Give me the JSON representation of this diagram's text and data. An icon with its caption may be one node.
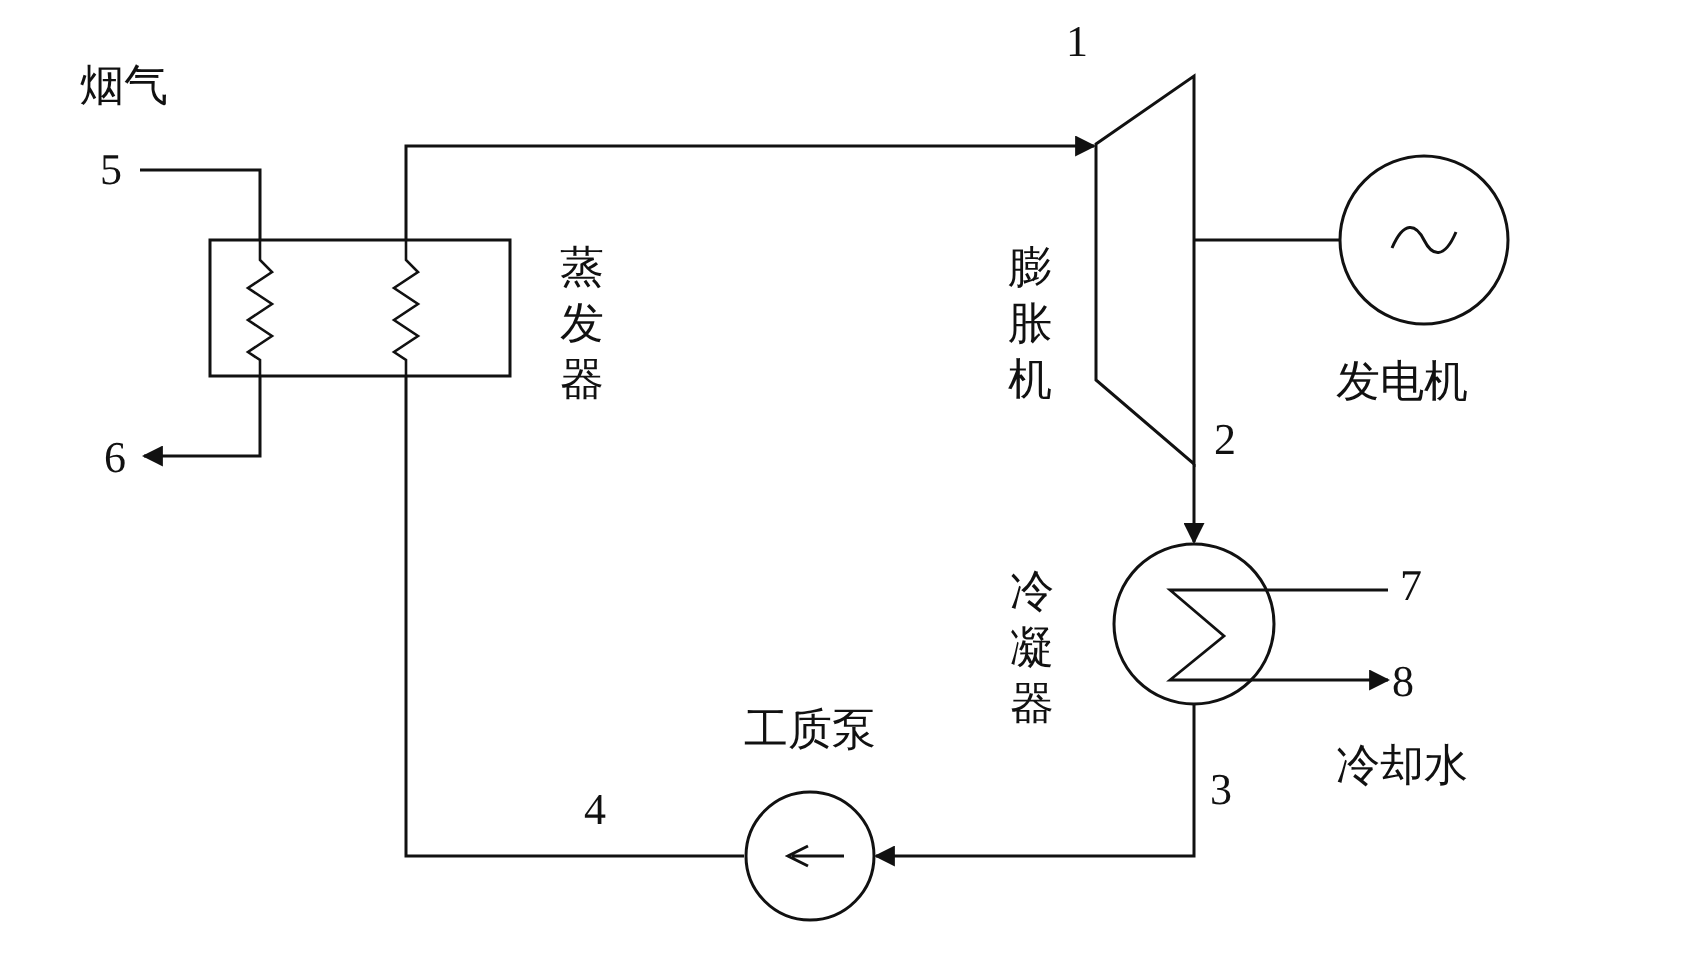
{
  "diagram": {
    "nodes": [
      {
        "text": [
          "5"
        ]
      },
      {
        "text": [
          "6"
        ]
      },
      {
        "text": [
          "蒸发器"
        ]
      },
      {
        "text": [
          "膨胀机"
        ]
      },
      {
        "text": [
          "发电机"
        ]
      },
      {
        "text": [
          "冷凝器"
        ]
      },
      {
        "text": [
          "7"
        ]
      },
      {
        "text": [
          "8"
        ]
      },
      {
        "text": [
          "工质泵"
        ]
      }
    ],
    "edges": [
      {
        "from": 0,
        "to": 2,
        "arrow": "none"
      },
      {
        "from": 2,
        "to": 1,
        "arrow": "to"
      },
      {
        "from": 2,
        "to": 3,
        "arrow": "to"
      },
      {
        "from": 3,
        "to": 4,
        "arrow": "none"
      },
      {
        "from": 3,
        "to": 5,
        "arrow": "to"
      },
      {
        "from": 6,
        "to": 5,
        "arrow": "none"
      },
      {
        "from": 5,
        "to": 7,
        "arrow": "to"
      },
      {
        "from": 5,
        "to": 8,
        "arrow": "to"
      },
      {
        "from": 8,
        "to": 2,
        "arrow": "none"
      }
    ],
    "labels": [
      "1",
      "烟气",
      "2",
      "冷却水",
      "4",
      "3"
    ]
  }
}
